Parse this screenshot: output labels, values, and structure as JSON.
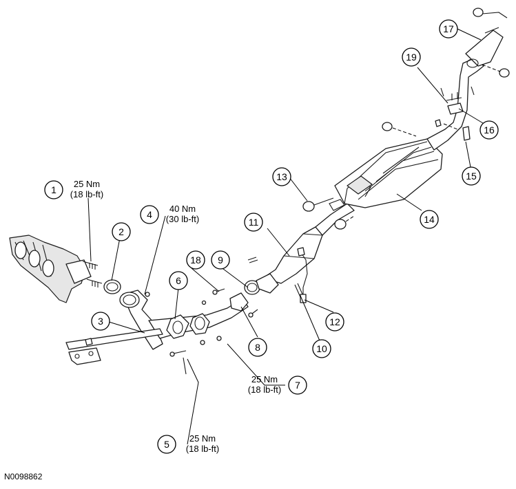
{
  "figure_id": "N0098862",
  "callouts": [
    {
      "num": "1",
      "torque_nm": "25 Nm",
      "torque_lbft": "(18 lb-ft)"
    },
    {
      "num": "2"
    },
    {
      "num": "3"
    },
    {
      "num": "4",
      "torque_nm": "40 Nm",
      "torque_lbft": "(30 lb-ft)"
    },
    {
      "num": "5",
      "torque_nm": "25 Nm",
      "torque_lbft": "(18 lb-ft)"
    },
    {
      "num": "6"
    },
    {
      "num": "7",
      "torque_nm": "25 Nm",
      "torque_lbft": "(18 lb-ft)"
    },
    {
      "num": "8"
    },
    {
      "num": "9"
    },
    {
      "num": "10"
    },
    {
      "num": "11"
    },
    {
      "num": "12"
    },
    {
      "num": "13"
    },
    {
      "num": "14"
    },
    {
      "num": "15"
    },
    {
      "num": "16"
    },
    {
      "num": "17"
    },
    {
      "num": "18"
    },
    {
      "num": "19"
    }
  ]
}
